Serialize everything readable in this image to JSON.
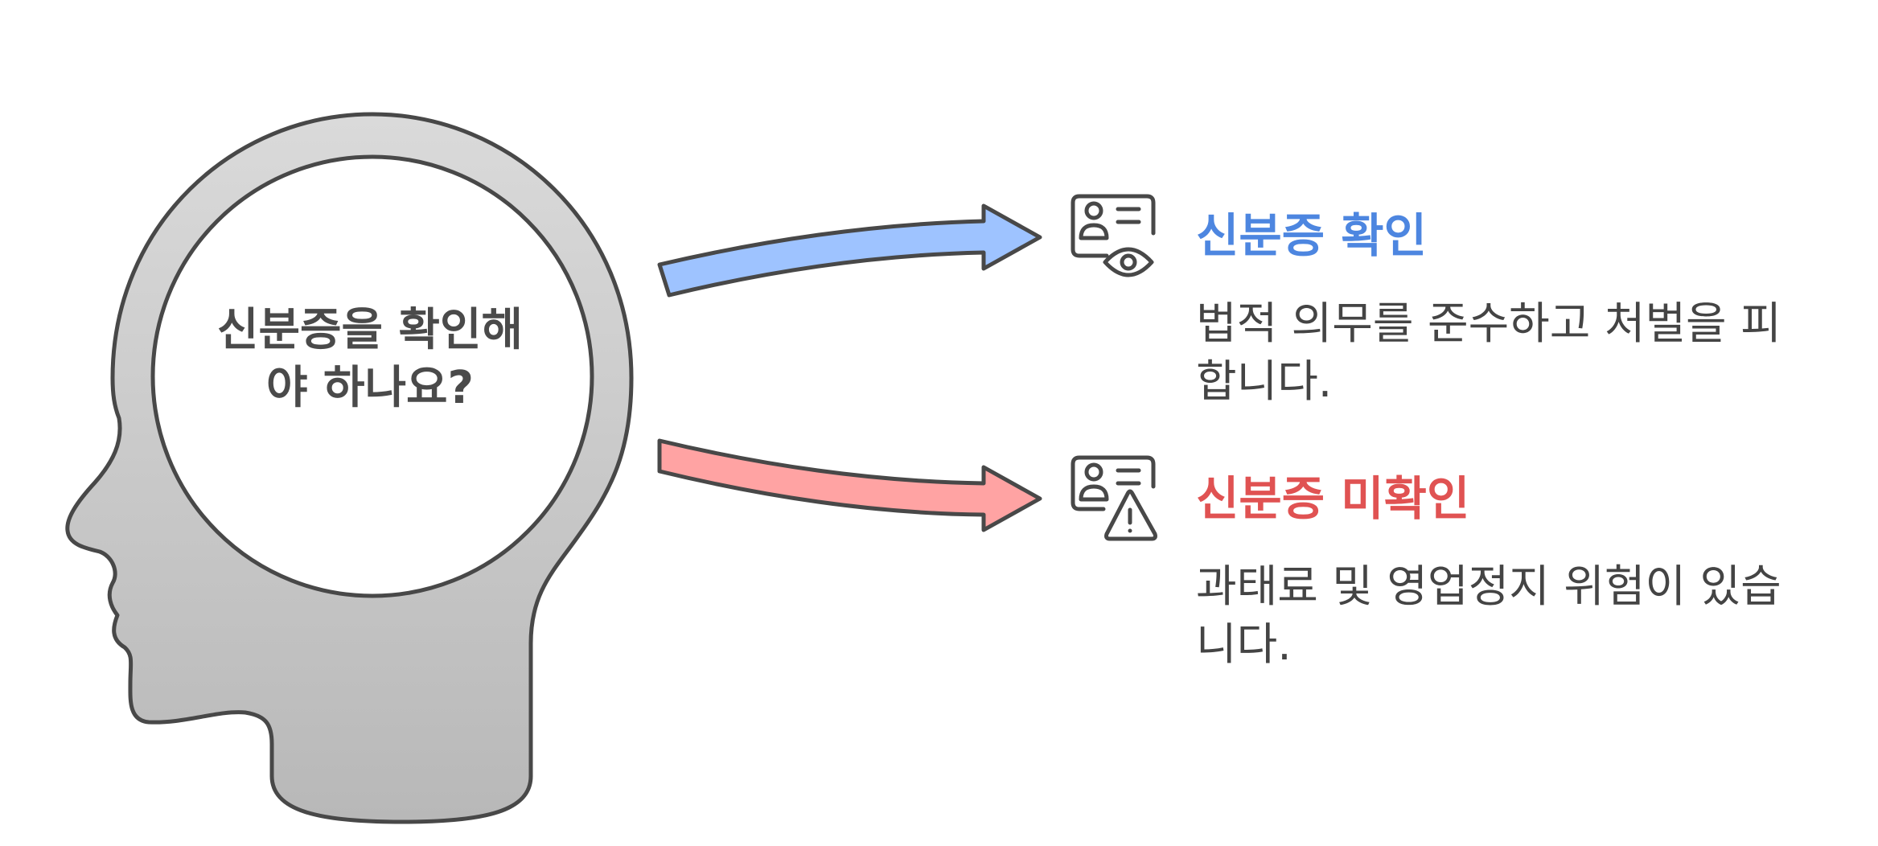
{
  "colors": {
    "head_fill_top": "#dadada",
    "head_fill_bottom": "#b8b8b8",
    "outline": "#484848",
    "confirm_arrow": "#9ec3ff",
    "unconfirm_arrow": "#ffa3a3",
    "confirm_title": "#4d86e0",
    "unconfirm_title": "#e05252",
    "body_text": "#444444"
  },
  "head": {
    "question_lines": [
      "신분증을 확인해",
      "야 하나요?"
    ]
  },
  "options": [
    {
      "title": "신분증 확인",
      "description_lines": [
        "법적 의무를 준수하고 처벌을 피",
        "합니다."
      ],
      "icon": "id-card-eye-icon"
    },
    {
      "title": "신분증 미확인",
      "description_lines": [
        "과태료 및 영업정지 위험이 있습",
        "니다."
      ],
      "icon": "id-card-warning-icon"
    }
  ]
}
